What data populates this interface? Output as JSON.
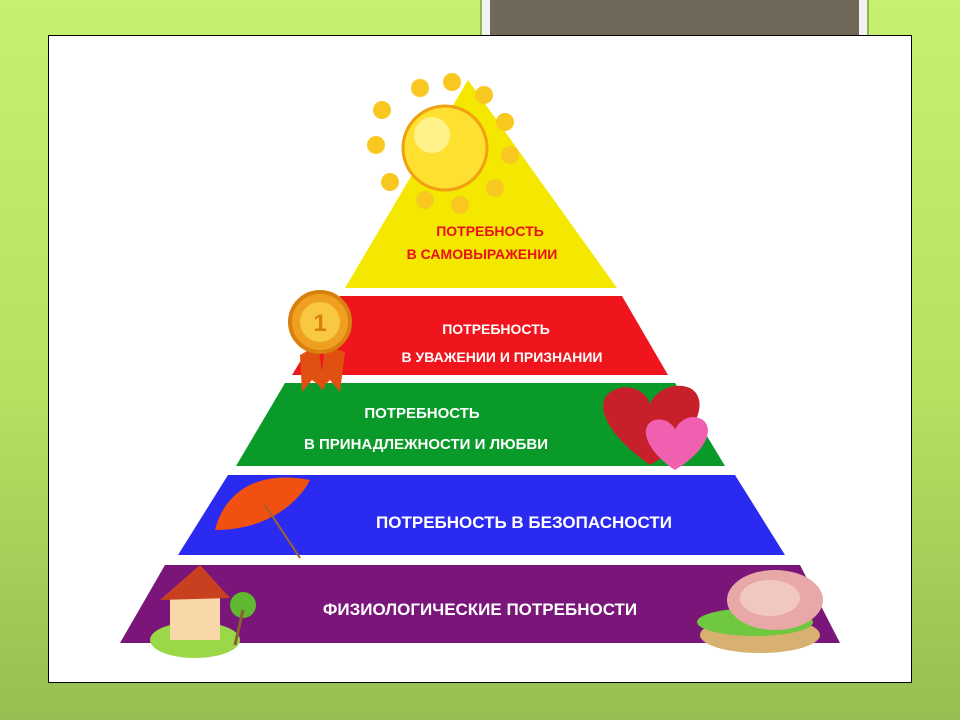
{
  "pyramid": {
    "levels": [
      {
        "line1": "ПОТРЕБНОСТЬ",
        "line2": "В САМОВЫРАЖЕНИИ",
        "color": "#f5e800",
        "text_color": "#e8101a"
      },
      {
        "line1": "ПОТРЕБНОСТЬ",
        "line2": "В УВАЖЕНИИ И ПРИЗНАНИИ",
        "color": "#f0141c",
        "text_color": "#ffffff"
      },
      {
        "line1": "ПОТРЕБНОСТЬ",
        "line2": "В ПРИНАДЛЕЖНОСТИ И ЛЮБВИ",
        "color": "#0a9a2a",
        "text_color": "#ffffff"
      },
      {
        "line1": "ПОТРЕБНОСТЬ В БЕЗОПАСНОСТИ",
        "color": "#2a2af0",
        "text_color": "#ffffff"
      },
      {
        "line1": "ФИЗИОЛОГИЧЕСКИЕ ПОТРЕБНОСТИ",
        "color": "#7a167a",
        "text_color": "#ffffff"
      }
    ],
    "medal_number": "1"
  }
}
